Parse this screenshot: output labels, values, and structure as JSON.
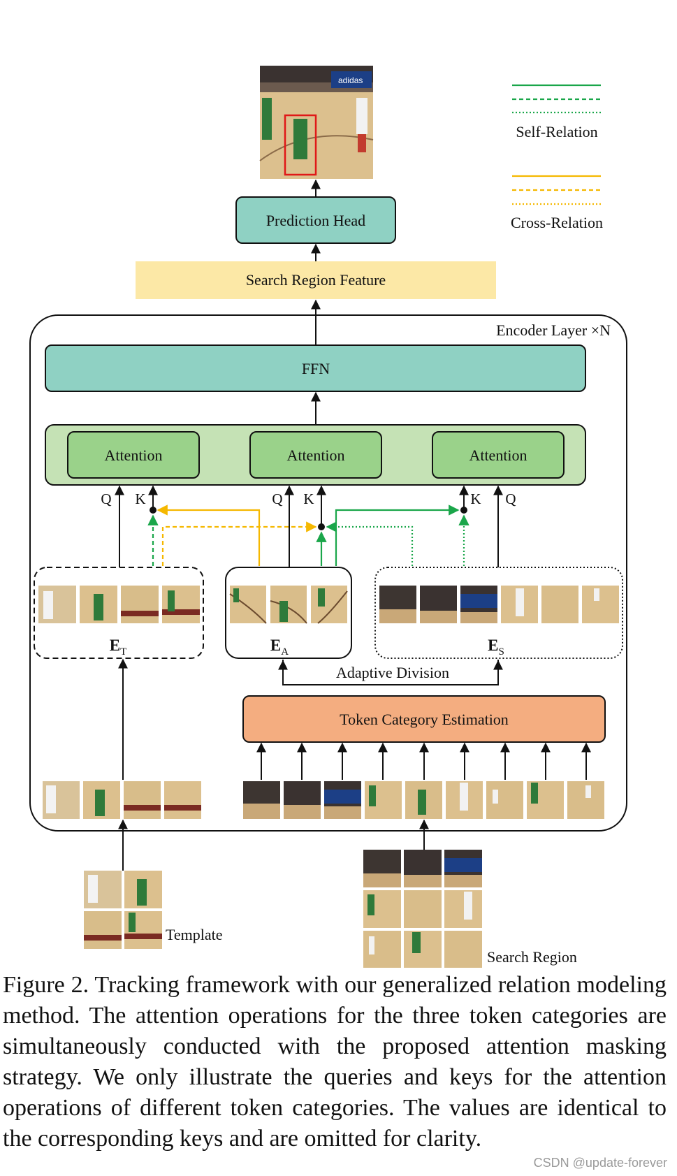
{
  "legend": {
    "self_relation_label": "Self-Relation",
    "cross_relation_label": "Cross-Relation",
    "self_color": "#1aa64a",
    "cross_color": "#f5b800"
  },
  "labels": {
    "prediction_head": "Prediction Head",
    "search_region_feature": "Search Region Feature",
    "encoder_layer": "Encoder Layer ×N",
    "ffn": "FFN",
    "attention_1": "Attention",
    "attention_2": "Attention",
    "attention_3": "Attention",
    "q": "Q",
    "k": "K",
    "et": "E",
    "et_sub": "T",
    "ea": "E",
    "ea_sub": "A",
    "es": "E",
    "es_sub": "S",
    "adaptive_division": "Adaptive Division",
    "token_category_estimation": "Token Category Estimation",
    "template": "Template",
    "search_region": "Search Region"
  },
  "image_text": {
    "brand": "adidas"
  },
  "colors": {
    "teal": "#8fd1c3",
    "green_panel": "#c5e2b5",
    "green_box": "#9ad28a",
    "yellow_band": "#fce8a6",
    "orange": "#f4ad80",
    "court": "#dcc08e",
    "red_box": "#e01818"
  },
  "caption": "Figure 2. Tracking framework with our generalized relation modeling method. The attention operations for the three token categories are simultaneously conducted with the proposed attention masking strategy. We only illustrate the queries and keys for the attention operations of different token categories. The values are identical to the corresponding keys and are omitted for clarity.",
  "watermark": "CSDN @update-forever"
}
